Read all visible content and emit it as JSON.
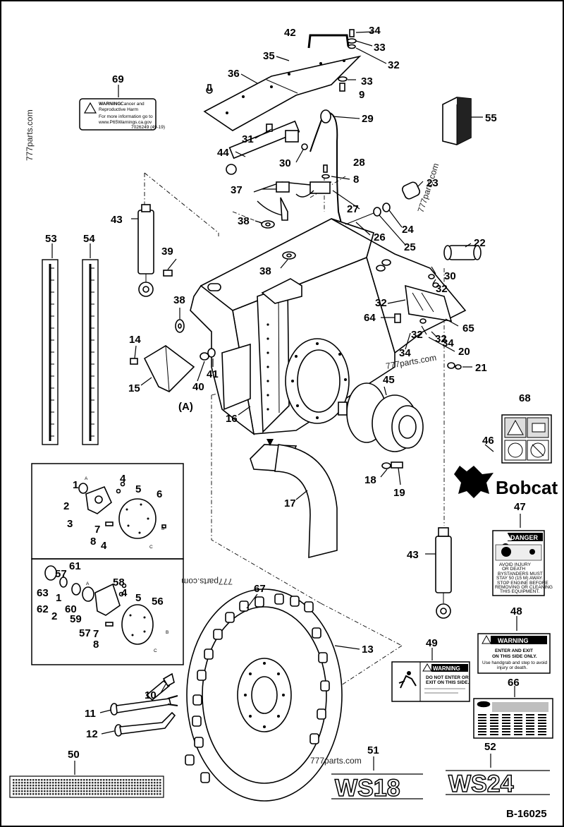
{
  "document_id": "B-16025",
  "watermark": "777parts.com",
  "detail_label": "(A)",
  "sub_labels": {
    "a": "A",
    "b": "B",
    "c": "C"
  },
  "brand": "Bobcat",
  "stripe_decals": {
    "left": "WS18",
    "right": "WS24"
  },
  "decals": {
    "d69": {
      "warning_word": "WARNING:",
      "line1": "Cancer and",
      "line2": "Reproductive Harm",
      "line3": "For more information go to",
      "line4": "www.P65Warnings.ca.gov",
      "code": "7026249 (49-19)"
    },
    "d47": {
      "signal": "DANGER",
      "line1": "AVOID INJURY",
      "line2": "OR DEATH",
      "line3": "BYSTANDERS MUST",
      "line4": "STAY 50 (15 M) AWAY.",
      "line5": "STOP ENGINE BEFORE",
      "line6": "REMOVING OR CLEANING",
      "line7": "THIS EQUIPMENT."
    },
    "d48": {
      "signal": "WARNING",
      "line1": "ENTER AND EXIT",
      "line2": "ON THIS SIDE ONLY.",
      "line3": "Use handgrab and step to avoid",
      "line4": "injury or death."
    },
    "d49": {
      "signal": "WARNING",
      "line1": "DO NOT ENTER OR",
      "line2": "EXIT ON THIS SIDE."
    }
  },
  "callouts": [
    "1",
    "2",
    "3",
    "4",
    "5",
    "6",
    "7",
    "8",
    "4",
    "1",
    "2",
    "57",
    "61",
    "63",
    "62",
    "60",
    "59",
    "58",
    "4",
    "5",
    "56",
    "57",
    "7",
    "8",
    "9",
    "10",
    "11",
    "12",
    "13",
    "14",
    "15",
    "16",
    "17",
    "18",
    "19",
    "20",
    "21",
    "22",
    "23",
    "24",
    "25",
    "26",
    "27",
    "8",
    "28",
    "29",
    "30",
    "31",
    "32",
    "33",
    "34",
    "33",
    "32",
    "35",
    "36",
    "37",
    "38",
    "38",
    "38",
    "39",
    "40",
    "41",
    "42",
    "43",
    "43",
    "44",
    "45",
    "46",
    "47",
    "48",
    "49",
    "50",
    "51",
    "52",
    "53",
    "54",
    "55",
    "64",
    "65",
    "30",
    "32",
    "32",
    "32",
    "34",
    "34",
    "66",
    "67",
    "68",
    "69"
  ]
}
